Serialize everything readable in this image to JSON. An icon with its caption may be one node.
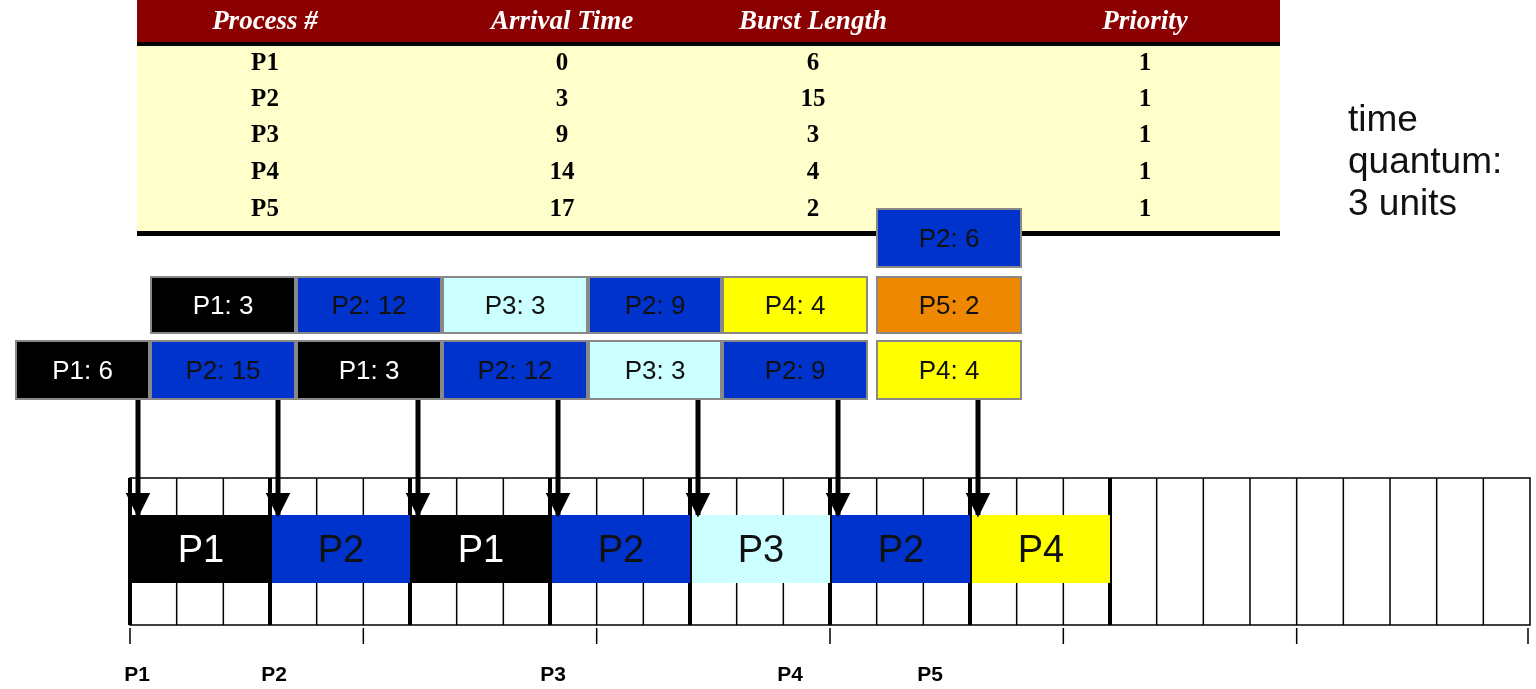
{
  "diagram": {
    "nodes": [
      {
        "text": [
          "P2: 6"
        ]
      },
      {
        "text": [
          "P1: 3"
        ]
      },
      {
        "text": [
          "P2: 12"
        ]
      },
      {
        "text": [
          "P3: 3"
        ]
      },
      {
        "text": [
          "P2: 9"
        ]
      },
      {
        "text": [
          "P4: 4"
        ]
      },
      {
        "text": [
          "P5: 2"
        ]
      },
      {
        "text": [
          "P1: 6"
        ]
      },
      {
        "text": [
          "P2: 15"
        ]
      },
      {
        "text": [
          "P1: 3"
        ]
      },
      {
        "text": [
          "P2: 12"
        ]
      },
      {
        "text": [
          "P3: 3"
        ]
      },
      {
        "text": [
          "P2: 9"
        ]
      },
      {
        "text": [
          "P4: 4"
        ]
      },
      {
        "text": [
          "P1"
        ]
      },
      {
        "text": [
          "P2"
        ]
      },
      {
        "text": [
          "P1"
        ]
      },
      {
        "text": [
          "P2"
        ]
      },
      {
        "text": [
          "P3"
        ]
      },
      {
        "text": [
          "P2"
        ]
      },
      {
        "text": [
          "P4"
        ]
      }
    ],
    "edges": [
      {
        "from": 7,
        "to": 14,
        "arrow": "to"
      },
      {
        "from": 8,
        "to": 15,
        "arrow": "to"
      },
      {
        "from": 9,
        "to": 16,
        "arrow": "to"
      },
      {
        "from": 10,
        "to": 17,
        "arrow": "to"
      },
      {
        "from": 11,
        "to": 18,
        "arrow": "to"
      },
      {
        "from": 12,
        "to": 19,
        "arrow": "to"
      },
      {
        "from": 13,
        "to": 20,
        "arrow": "to"
      }
    ],
    "labels": [
      "Process #",
      "Arrival Time",
      "Burst Length",
      "Priority",
      "P1",
      "0",
      "6",
      "1",
      "P2",
      "3",
      "15",
      "1",
      "P3",
      "9",
      "3",
      "1",
      "P4",
      "14",
      "4",
      "1",
      "P5",
      "17",
      "2",
      "1",
      "time quantum: 3 units",
      "P1",
      "P2",
      "P3",
      "P4",
      "P5"
    ]
  }
}
